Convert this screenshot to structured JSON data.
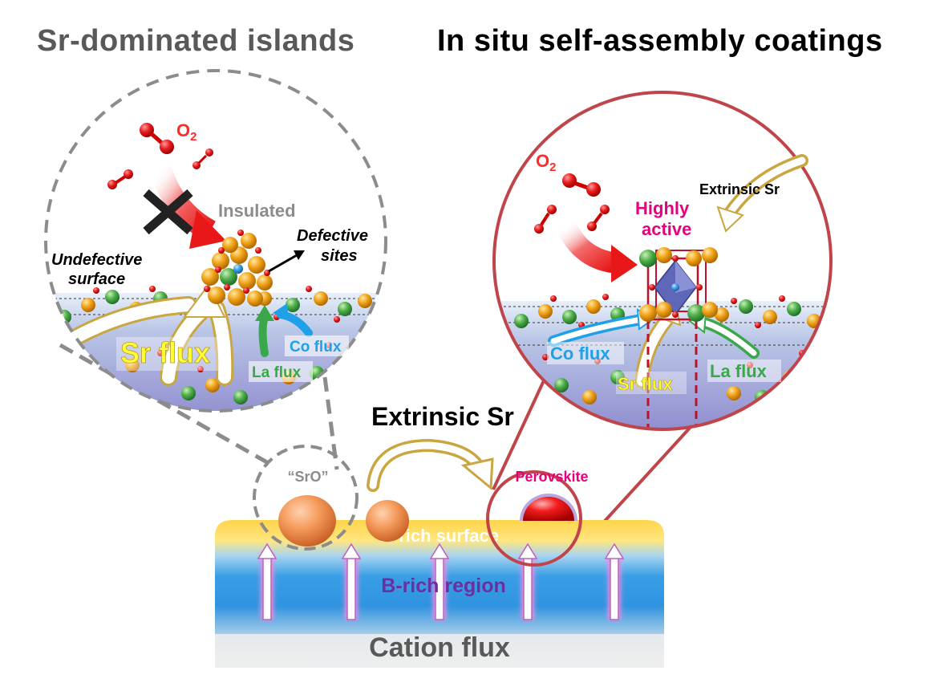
{
  "titles": {
    "left": "Sr-dominated islands",
    "right": "In situ self-assembly coatings"
  },
  "left_panel": {
    "o2_label": "O",
    "o2_subscript": "2",
    "insulated": "Insulated",
    "defective_line1": "Defective",
    "defective_line2": "sites",
    "undefective_line1": "Undefective",
    "undefective_line2": "surface",
    "sr_flux": "Sr flux",
    "co_flux": "Co flux",
    "la_flux": "La flux"
  },
  "right_panel": {
    "o2_label": "O",
    "o2_subscript": "2",
    "extrinsic_sr": "Extrinsic Sr",
    "highly_line1": "Highly",
    "highly_line2": "active",
    "co_flux": "Co flux",
    "sr_flux": "Sr flux",
    "la_flux": "La flux"
  },
  "bottom": {
    "extrinsic_sr": "Extrinsic Sr",
    "sro": "“SrO”",
    "perovskite": "Perovskite",
    "a_rich_surface": "A-rich surface",
    "b_rich_region": "B-rich region",
    "cation_flux": "Cation flux"
  },
  "colors": {
    "grey_title": "#595959",
    "o2_red": "#ff2a2a",
    "magenta": "#e6007e",
    "co_blue": "#1fa0e8",
    "la_green": "#3aa84a",
    "sr_yellow": "#ffff33",
    "purple": "#6a2fa0",
    "circle_red": "#c0454a"
  }
}
